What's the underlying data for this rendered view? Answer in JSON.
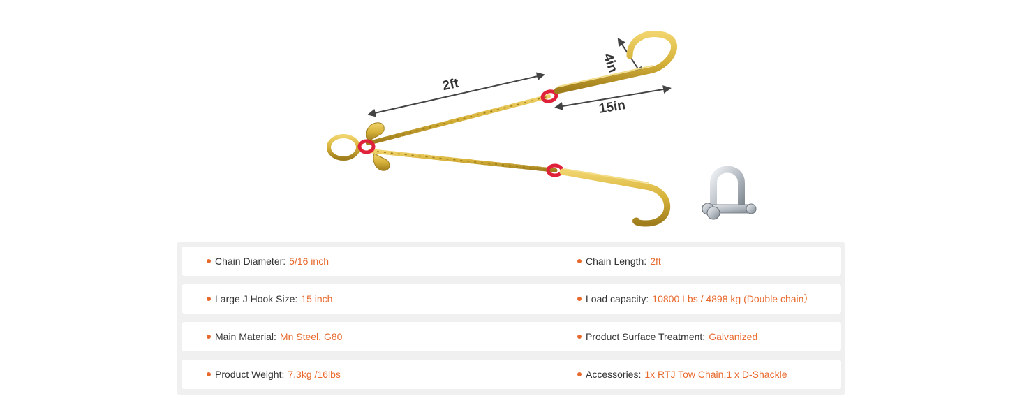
{
  "figure": {
    "dimensions": {
      "chain_length": "2ft",
      "hook_length": "15in",
      "hook_opening": "4in"
    },
    "colors": {
      "chain": "#d6b23a",
      "chain_dark": "#a8861f",
      "link_red": "#e0213a",
      "shackle": "#c9ced3",
      "arrow": "#444444"
    }
  },
  "specs": {
    "rows": [
      {
        "left": {
          "label": "Chain Diameter:",
          "value": "5/16 inch"
        },
        "right": {
          "label": "Chain Length:",
          "value": "2ft"
        }
      },
      {
        "left": {
          "label": "Large J Hook Size:",
          "value": "15 inch"
        },
        "right": {
          "label": "Load capacity:",
          "value": "10800 Lbs / 4898 kg (Double chain）"
        }
      },
      {
        "left": {
          "label": "Main Material:",
          "value": "Mn Steel, G80"
        },
        "right": {
          "label": "Product Surface Treatment:",
          "value": "Galvanized"
        }
      },
      {
        "left": {
          "label": "Product Weight:",
          "value": "7.3kg /16lbs"
        },
        "right": {
          "label": "Accessories:",
          "value": "1x RTJ Tow Chain,1 x D-Shackle"
        }
      }
    ],
    "accent": "#e8692c"
  }
}
